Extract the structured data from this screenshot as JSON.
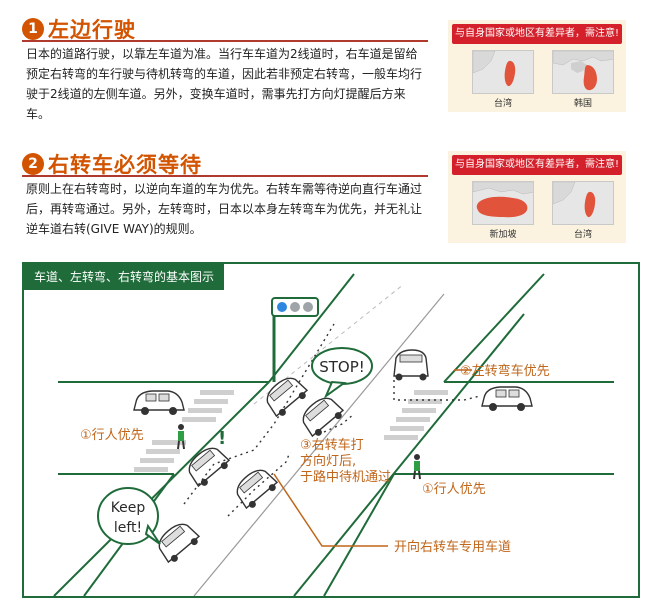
{
  "section1": {
    "number": "1",
    "title": "左边行驶",
    "body": "日本的道路行驶，以靠左车道为准。当行车车道为2线道时，右车道是留给预定右转弯的车行驶与待机转弯的车道，因此若非预定右转弯，一般车均行驶于2线道的左侧车道。另外，变换车道时，需事先打方向灯提醒后方来车。",
    "notice": {
      "title": "与自身国家或地区有差异者，需注意!",
      "maps": [
        {
          "label": "台湾",
          "icon": "taiwan-map-icon"
        },
        {
          "label": "韩国",
          "icon": "korea-map-icon"
        }
      ]
    }
  },
  "section2": {
    "number": "2",
    "title": "右转车必须等待",
    "body": "原则上在右转弯时，以逆向车道的车为优先。右转车需等待逆向直行车通过后，再转弯通过。另外，左转弯时，日本以本身左转弯车为优先，并无礼让逆车道右转(GIVE WAY)的规则。",
    "notice": {
      "title": "与自身国家或地区有差异者，需注意!",
      "maps": [
        {
          "label": "新加坡",
          "icon": "singapore-map-icon"
        },
        {
          "label": "台湾",
          "icon": "taiwan-map-icon"
        }
      ]
    }
  },
  "diagram": {
    "title": "车道、左转弯、右转弯的基本图示",
    "stop_bubble": "STOP!",
    "keep_left_line1": "Keep",
    "keep_left_line2": "left!",
    "exclaim": "!",
    "label_left_turn": "②左转弯车优先",
    "label_pedestrian_left": "①行人优先",
    "label_pedestrian_right": "①行人优先",
    "label_right_wait_1": "③右转车打",
    "label_right_wait_2": "方向灯后,",
    "label_right_wait_3": "于路中待机通过",
    "label_right_lane": "开向右转车专用车道",
    "colors": {
      "accent": "#d35400",
      "notice_red": "#d4202b",
      "frame_green": "#1f6b3a",
      "map_orange": "#e2533b"
    }
  }
}
